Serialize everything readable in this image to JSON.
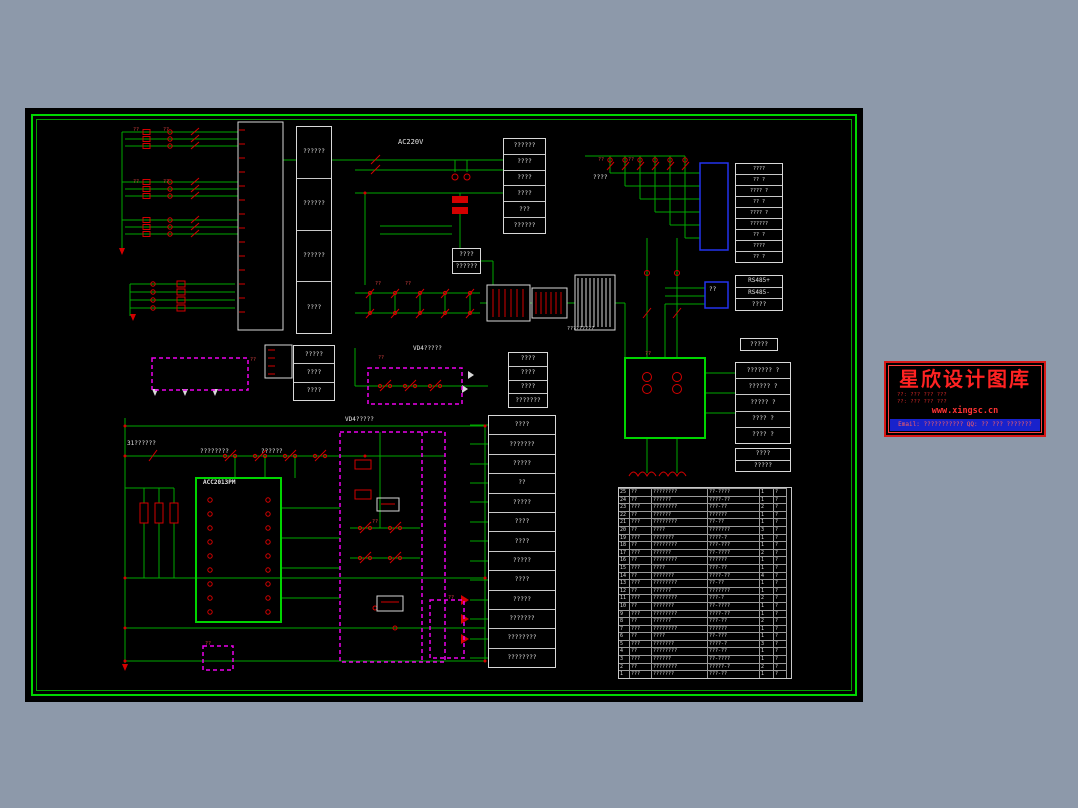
{
  "watermark": {
    "title": "星欣设计图库",
    "line1": "??: ??? ??? ???",
    "line2": "??: ??? ??? ???",
    "url": "www.xingsc.cn",
    "footer": "Email: ???????????  QQ: ?? ??? ???????"
  },
  "labels": {
    "ac": "AC220V",
    "vd4a": "VD4?????",
    "vd4b": "VD4?????",
    "acc": "ACC2013PM",
    "l31": "31??????",
    "la": "????????",
    "lb": "??????",
    "conn": "?????????",
    "tr": "????",
    "blue2": "??",
    "ref": "??"
  },
  "boxes": {
    "colB": [
      "??????",
      "??????",
      "??????",
      "????"
    ],
    "topMid": [
      "??????",
      "????",
      "????",
      "????",
      "???",
      "??????"
    ],
    "topRight": [
      "????",
      "?? ?",
      "???? ?",
      "?? ?",
      "???? ?",
      "??????",
      "?? ?",
      "????",
      "?? ?"
    ],
    "rs485": [
      "RS485+",
      "RS485-",
      "????"
    ],
    "single": [
      "?????"
    ],
    "rightMidA": [
      "??????? ?",
      "?????? ?",
      "????? ?",
      "???? ?",
      "???? ?"
    ],
    "rightMidB": [
      "????",
      "?????"
    ],
    "leftMid": [
      "?????",
      "????",
      "????"
    ],
    "centerMid": [
      "????",
      "????",
      "????",
      "???????"
    ],
    "smallMid": [
      "????",
      "??????"
    ],
    "centerTall": [
      "????",
      "???????",
      "?????",
      "??",
      "?????",
      "????",
      "????",
      "?????",
      "????",
      "?????",
      "???????",
      "????????",
      "????????"
    ]
  },
  "bom": {
    "rows": [
      {
        "no": "25",
        "code": "??",
        "name": "????????",
        "spec": "??-????",
        "qty": "1",
        "note": "?"
      },
      {
        "no": "24",
        "code": "??",
        "name": "??????",
        "spec": "????-??",
        "qty": "1",
        "note": "?"
      },
      {
        "no": "23",
        "code": "???",
        "name": "????????",
        "spec": "???-??",
        "qty": "2",
        "note": "?"
      },
      {
        "no": "22",
        "code": "??",
        "name": "??????",
        "spec": "??????",
        "qty": "1",
        "note": "?"
      },
      {
        "no": "21",
        "code": "???",
        "name": "????????",
        "spec": "??-??",
        "qty": "1",
        "note": "?"
      },
      {
        "no": "20",
        "code": "??",
        "name": "????",
        "spec": "???????",
        "qty": "3",
        "note": "?"
      },
      {
        "no": "19",
        "code": "???",
        "name": "???????",
        "spec": "????-?",
        "qty": "1",
        "note": "?"
      },
      {
        "no": "18",
        "code": "??",
        "name": "????????",
        "spec": "???-???",
        "qty": "1",
        "note": "?"
      },
      {
        "no": "17",
        "code": "???",
        "name": "??????",
        "spec": "??-????",
        "qty": "2",
        "note": "?"
      },
      {
        "no": "16",
        "code": "??",
        "name": "????????",
        "spec": "??????",
        "qty": "1",
        "note": "?"
      },
      {
        "no": "15",
        "code": "???",
        "name": "????",
        "spec": "???-??",
        "qty": "1",
        "note": "?"
      },
      {
        "no": "14",
        "code": "??",
        "name": "???????",
        "spec": "????-??",
        "qty": "4",
        "note": "?"
      },
      {
        "no": "13",
        "code": "???",
        "name": "????????",
        "spec": "??-??",
        "qty": "1",
        "note": "?"
      },
      {
        "no": "12",
        "code": "??",
        "name": "??????",
        "spec": "???????",
        "qty": "1",
        "note": "?"
      },
      {
        "no": "11",
        "code": "???",
        "name": "????????",
        "spec": "???-?",
        "qty": "2",
        "note": "?"
      },
      {
        "no": "10",
        "code": "??",
        "name": "???????",
        "spec": "??-????",
        "qty": "1",
        "note": "?"
      },
      {
        "no": "9",
        "code": "???",
        "name": "????????",
        "spec": "????-??",
        "qty": "1",
        "note": "?"
      },
      {
        "no": "8",
        "code": "??",
        "name": "??????",
        "spec": "???-??",
        "qty": "2",
        "note": "?"
      },
      {
        "no": "7",
        "code": "???",
        "name": "????????",
        "spec": "??????",
        "qty": "1",
        "note": "?"
      },
      {
        "no": "6",
        "code": "??",
        "name": "????",
        "spec": "??-???",
        "qty": "1",
        "note": "?"
      },
      {
        "no": "5",
        "code": "???",
        "name": "???????",
        "spec": "????-?",
        "qty": "3",
        "note": "?"
      },
      {
        "no": "4",
        "code": "??",
        "name": "????????",
        "spec": "???-??",
        "qty": "1",
        "note": "?"
      },
      {
        "no": "3",
        "code": "???",
        "name": "??????",
        "spec": "??-????",
        "qty": "1",
        "note": "?"
      },
      {
        "no": "2",
        "code": "??",
        "name": "????????",
        "spec": "?????-?",
        "qty": "2",
        "note": "?"
      },
      {
        "no": "1",
        "code": "???",
        "name": "???????",
        "spec": "???-??",
        "qty": "1",
        "note": "?"
      }
    ]
  }
}
